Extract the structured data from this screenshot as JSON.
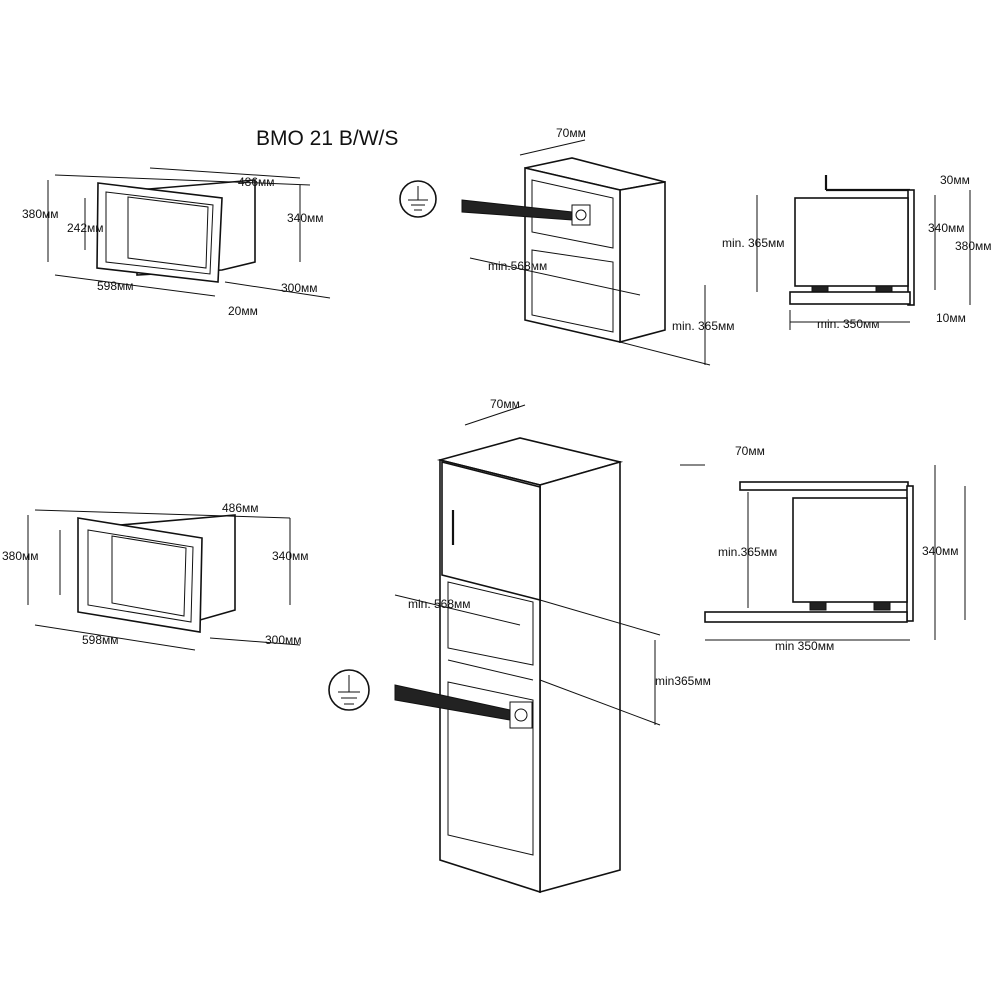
{
  "title": "BMO 21 B/W/S",
  "top_left": {
    "depth": "486мм",
    "height_outer": "380мм",
    "height_inner": "242мм",
    "height_body": "340мм",
    "width": "598мм",
    "body_depth": "300мм",
    "frame": "20мм"
  },
  "top_middle": {
    "gap": "70мм",
    "min_width": "min.568мм",
    "min_height": "min. 365мм"
  },
  "top_right": {
    "top_gap": "30мм",
    "body_height": "340мм",
    "min_height": "min. 365мм",
    "outer_height": "380мм",
    "min_depth": "min. 350мм",
    "bottom_gap": "10мм"
  },
  "bottom_left": {
    "depth": "486мм",
    "height_outer": "380мм",
    "height_body": "340мм",
    "width": "598мм",
    "body_depth": "300мм"
  },
  "bottom_middle": {
    "gap": "70мм",
    "min_width": "min. 568мм",
    "min_height": "min365мм"
  },
  "bottom_right": {
    "gap": "70мм",
    "min_height": "min.365мм",
    "body_height": "340мм",
    "min_depth": "min 350мм"
  }
}
